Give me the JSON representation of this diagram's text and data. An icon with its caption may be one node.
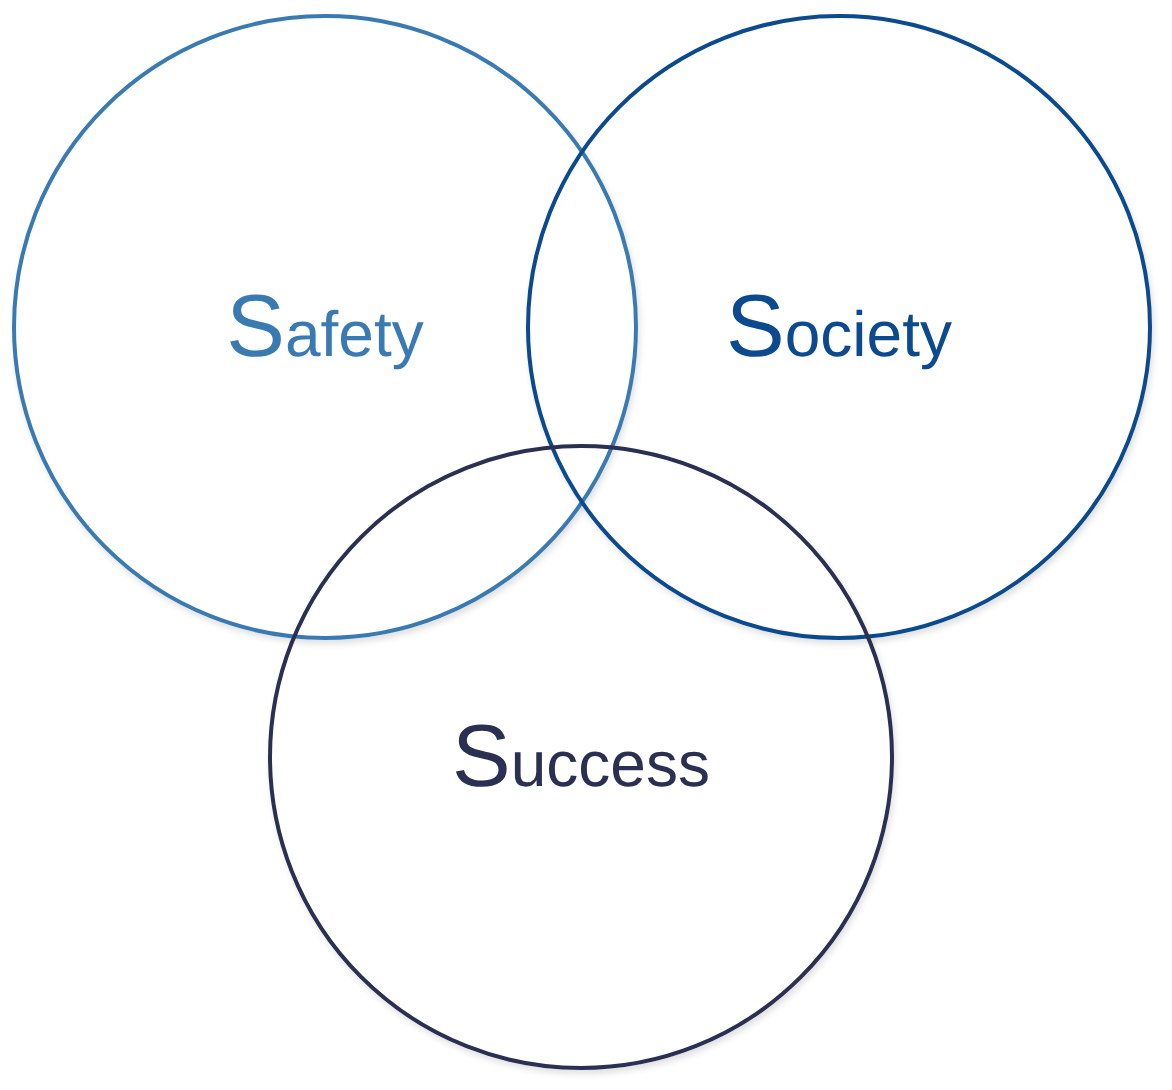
{
  "diagram": {
    "nodes": [
      {
        "text": [
          "Safety"
        ]
      },
      {
        "text": [
          "Society"
        ]
      },
      {
        "text": [
          "Success"
        ]
      }
    ]
  }
}
